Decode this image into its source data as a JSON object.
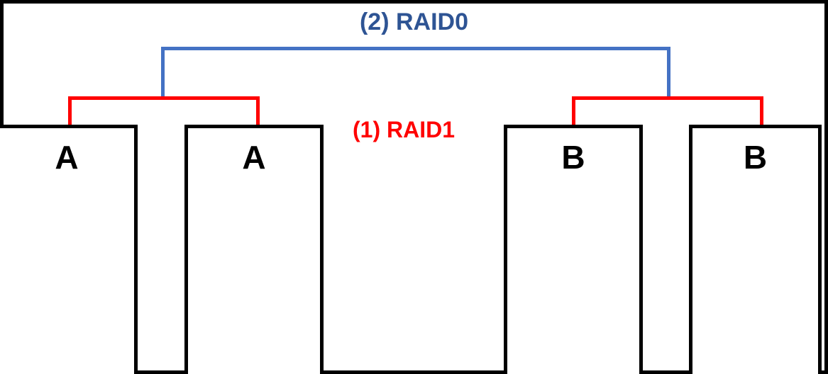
{
  "diagram": {
    "title_top": "(2) RAID0",
    "title_mid": "(1) RAID1",
    "colors": {
      "raid0_blue": "#4472C4",
      "raid0_text_blue": "#2E5494",
      "raid1_red": "#FF0000",
      "frame_black": "#000000",
      "background": "#FFFFFF"
    },
    "disks": [
      {
        "label": "A",
        "group": "mirror-left"
      },
      {
        "label": "A",
        "group": "mirror-left"
      },
      {
        "label": "B",
        "group": "mirror-right"
      },
      {
        "label": "B",
        "group": "mirror-right"
      }
    ]
  }
}
